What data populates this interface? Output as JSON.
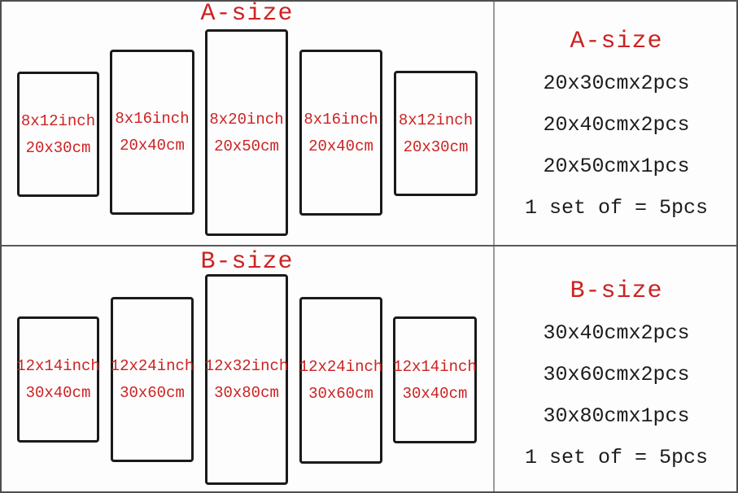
{
  "colors": {
    "accent_red": "#cc2222",
    "text_black": "#1c1c1c",
    "panel_border": "#1a1a1a",
    "vertical_divider": "#9a9a9a",
    "horizontal_divider": "#5a5a5a",
    "background": "#fdfdfd"
  },
  "sections": [
    {
      "title": "A-size",
      "panels": [
        {
          "inch": "8x12inch",
          "cm": "20x30cm"
        },
        {
          "inch": "8x16inch",
          "cm": "20x40cm"
        },
        {
          "inch": "8x20inch",
          "cm": "20x50cm"
        },
        {
          "inch": "8x16inch",
          "cm": "20x40cm"
        },
        {
          "inch": "8x12inch",
          "cm": "20x30cm"
        }
      ],
      "summary": {
        "title": "A-size",
        "lines": [
          "20x30cmx2pcs",
          "20x40cmx2pcs",
          "20x50cmx1pcs",
          "1 set of = 5pcs"
        ]
      }
    },
    {
      "title": "B-size",
      "panels": [
        {
          "inch": "12x14inch",
          "cm": "30x40cm"
        },
        {
          "inch": "12x24inch",
          "cm": "30x60cm"
        },
        {
          "inch": "12x32inch",
          "cm": "30x80cm"
        },
        {
          "inch": "12x24inch",
          "cm": "30x60cm"
        },
        {
          "inch": "12x14inch",
          "cm": "30x40cm"
        }
      ],
      "summary": {
        "title": "B-size",
        "lines": [
          "30x40cmx2pcs",
          "30x60cmx2pcs",
          "30x80cmx1pcs",
          "1 set of = 5pcs"
        ]
      }
    }
  ]
}
